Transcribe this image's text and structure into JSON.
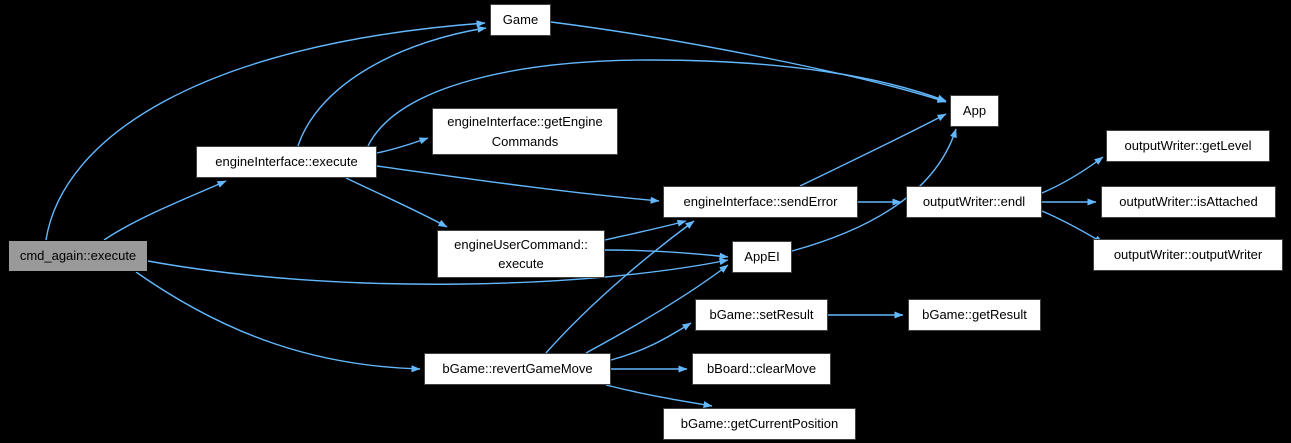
{
  "diagram": {
    "type": "call-graph",
    "background_color": "#000000",
    "edge_color": "#63B8FF",
    "node_fill": "#ffffff",
    "node_border": "#404040",
    "highlight_fill": "#999999",
    "highlight_border": "#000000",
    "text_color": "#000000"
  },
  "nodes": {
    "cmd_again_execute": {
      "label": "cmd_again::execute",
      "lines": [
        "cmd_again::execute"
      ],
      "highlighted": true
    },
    "game": {
      "label": "Game",
      "lines": [
        "Game"
      ]
    },
    "engineInterface_execute": {
      "label": "engineInterface::execute",
      "lines": [
        "engineInterface::execute"
      ]
    },
    "engineInterface_getEngineCommands": {
      "label": "engineInterface::getEngineCommands",
      "lines": [
        "engineInterface::getEngine",
        "Commands"
      ]
    },
    "engineUserCommand_execute": {
      "label": "engineUserCommand::execute",
      "lines": [
        "engineUserCommand::",
        "execute"
      ]
    },
    "engineInterface_sendError": {
      "label": "engineInterface::sendError",
      "lines": [
        "engineInterface::sendError"
      ]
    },
    "app": {
      "label": "App",
      "lines": [
        "App"
      ]
    },
    "appEI": {
      "label": "AppEI",
      "lines": [
        "AppEI"
      ]
    },
    "outputWriter_endl": {
      "label": "outputWriter::endl",
      "lines": [
        "outputWriter::endl"
      ]
    },
    "outputWriter_getLevel": {
      "label": "outputWriter::getLevel",
      "lines": [
        "outputWriter::getLevel"
      ]
    },
    "outputWriter_isAttached": {
      "label": "outputWriter::isAttached",
      "lines": [
        "outputWriter::isAttached"
      ]
    },
    "outputWriter_outputWriter": {
      "label": "outputWriter::outputWriter",
      "lines": [
        "outputWriter::outputWriter"
      ]
    },
    "bGame_setResult": {
      "label": "bGame::setResult",
      "lines": [
        "bGame::setResult"
      ]
    },
    "bGame_getResult": {
      "label": "bGame::getResult",
      "lines": [
        "bGame::getResult"
      ]
    },
    "bGame_revertGameMove": {
      "label": "bGame::revertGameMove",
      "lines": [
        "bGame::revertGameMove"
      ]
    },
    "bBoard_clearMove": {
      "label": "bBoard::clearMove",
      "lines": [
        "bBoard::clearMove"
      ]
    },
    "bGame_getCurrentPosition": {
      "label": "bGame::getCurrentPosition",
      "lines": [
        "bGame::getCurrentPosition"
      ]
    }
  },
  "edges": [
    {
      "from": "cmd_again_execute",
      "to": "game"
    },
    {
      "from": "cmd_again_execute",
      "to": "engineInterface_execute"
    },
    {
      "from": "cmd_again_execute",
      "to": "appEI"
    },
    {
      "from": "cmd_again_execute",
      "to": "bGame_revertGameMove"
    },
    {
      "from": "engineInterface_execute",
      "to": "game"
    },
    {
      "from": "engineInterface_execute",
      "to": "engineInterface_getEngineCommands"
    },
    {
      "from": "engineInterface_execute",
      "to": "engineInterface_sendError"
    },
    {
      "from": "engineInterface_execute",
      "to": "engineUserCommand_execute"
    },
    {
      "from": "engineInterface_execute",
      "to": "app"
    },
    {
      "from": "engineUserCommand_execute",
      "to": "appEI"
    },
    {
      "from": "engineUserCommand_execute",
      "to": "engineInterface_sendError"
    },
    {
      "from": "bGame_revertGameMove",
      "to": "bGame_setResult"
    },
    {
      "from": "bGame_revertGameMove",
      "to": "bBoard_clearMove"
    },
    {
      "from": "bGame_revertGameMove",
      "to": "bGame_getCurrentPosition"
    },
    {
      "from": "bGame_revertGameMove",
      "to": "engineInterface_sendError"
    },
    {
      "from": "bGame_revertGameMove",
      "to": "appEI"
    },
    {
      "from": "bGame_setResult",
      "to": "bGame_getResult"
    },
    {
      "from": "engineInterface_sendError",
      "to": "app"
    },
    {
      "from": "engineInterface_sendError",
      "to": "outputWriter_endl"
    },
    {
      "from": "appEI",
      "to": "app"
    },
    {
      "from": "game",
      "to": "app"
    },
    {
      "from": "outputWriter_endl",
      "to": "outputWriter_getLevel"
    },
    {
      "from": "outputWriter_endl",
      "to": "outputWriter_isAttached"
    },
    {
      "from": "outputWriter_endl",
      "to": "outputWriter_outputWriter"
    }
  ]
}
